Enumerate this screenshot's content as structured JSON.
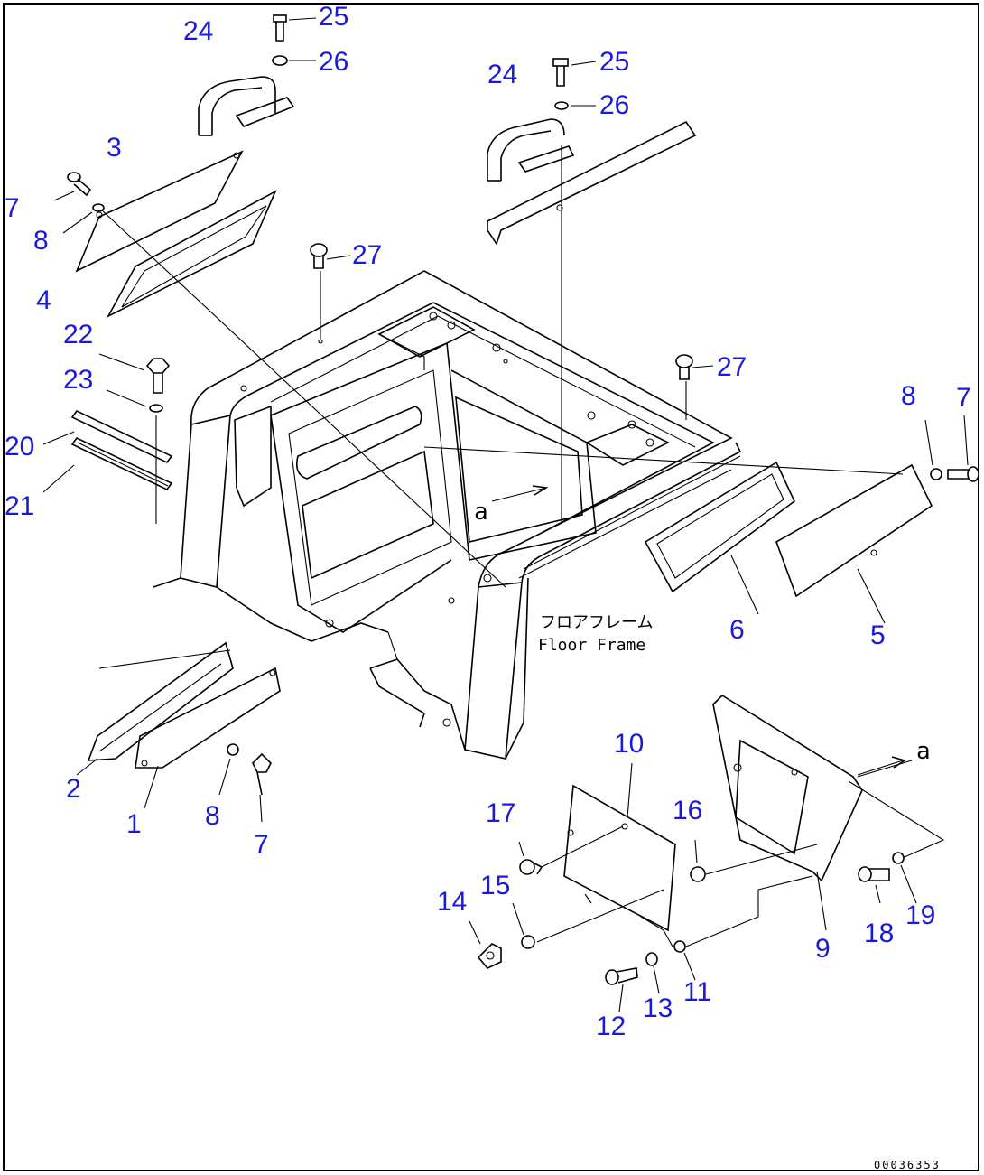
{
  "diagram": {
    "callouts": [
      {
        "id": "c24a",
        "label": "24"
      },
      {
        "id": "c25a",
        "label": "25"
      },
      {
        "id": "c26a",
        "label": "26"
      },
      {
        "id": "c3",
        "label": "3"
      },
      {
        "id": "c7a",
        "label": "7"
      },
      {
        "id": "c8a",
        "label": "8"
      },
      {
        "id": "c4",
        "label": "4"
      },
      {
        "id": "c22",
        "label": "22"
      },
      {
        "id": "c23",
        "label": "23"
      },
      {
        "id": "c20",
        "label": "20"
      },
      {
        "id": "c21",
        "label": "21"
      },
      {
        "id": "c27a",
        "label": "27"
      },
      {
        "id": "c24b",
        "label": "24"
      },
      {
        "id": "c25b",
        "label": "25"
      },
      {
        "id": "c26b",
        "label": "26"
      },
      {
        "id": "c27b",
        "label": "27"
      },
      {
        "id": "c8b",
        "label": "8"
      },
      {
        "id": "c7b",
        "label": "7"
      },
      {
        "id": "c6",
        "label": "6"
      },
      {
        "id": "c5",
        "label": "5"
      },
      {
        "id": "c2",
        "label": "2"
      },
      {
        "id": "c1",
        "label": "1"
      },
      {
        "id": "c8c",
        "label": "8"
      },
      {
        "id": "c7c",
        "label": "7"
      },
      {
        "id": "c10",
        "label": "10"
      },
      {
        "id": "c17",
        "label": "17"
      },
      {
        "id": "c16",
        "label": "16"
      },
      {
        "id": "c14",
        "label": "14"
      },
      {
        "id": "c15",
        "label": "15"
      },
      {
        "id": "c18",
        "label": "18"
      },
      {
        "id": "c19",
        "label": "19"
      },
      {
        "id": "c9",
        "label": "9"
      },
      {
        "id": "c11",
        "label": "11"
      },
      {
        "id": "c12",
        "label": "12"
      },
      {
        "id": "c13",
        "label": "13"
      }
    ],
    "frame_label_jp": "フロアフレーム",
    "frame_label_en": "Floor Frame",
    "reference_mark": "a",
    "drawing_number": "00036353"
  }
}
